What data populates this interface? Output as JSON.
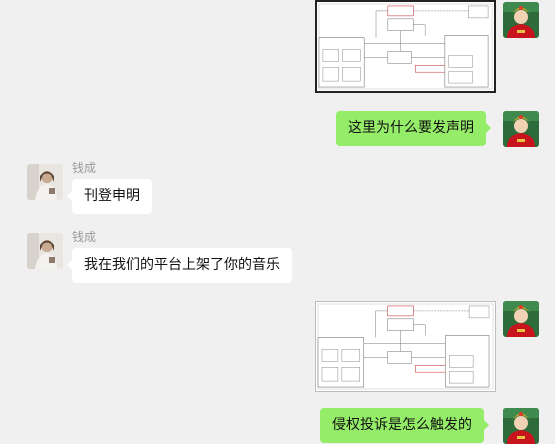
{
  "contact": {
    "name": "钱成"
  },
  "messages": [
    {
      "side": "out",
      "type": "image"
    },
    {
      "side": "out",
      "type": "text",
      "text": "这里为什么要发声明"
    },
    {
      "side": "in",
      "type": "text",
      "sender": "钱成",
      "text": "刊登申明"
    },
    {
      "side": "in",
      "type": "text",
      "sender": "钱成",
      "text": "我在我们的平台上架了你的音乐"
    },
    {
      "side": "out",
      "type": "image"
    },
    {
      "side": "out",
      "type": "text",
      "text": "侵权投诉是怎么触发的"
    }
  ],
  "colors": {
    "background": "#f0f0f0",
    "outgoing_bubble": "#95ec69",
    "incoming_bubble": "#ffffff"
  },
  "icons": {
    "self_avatar": "red-outfit-avatar-icon",
    "contact_avatar": "photo-avatar-icon"
  }
}
